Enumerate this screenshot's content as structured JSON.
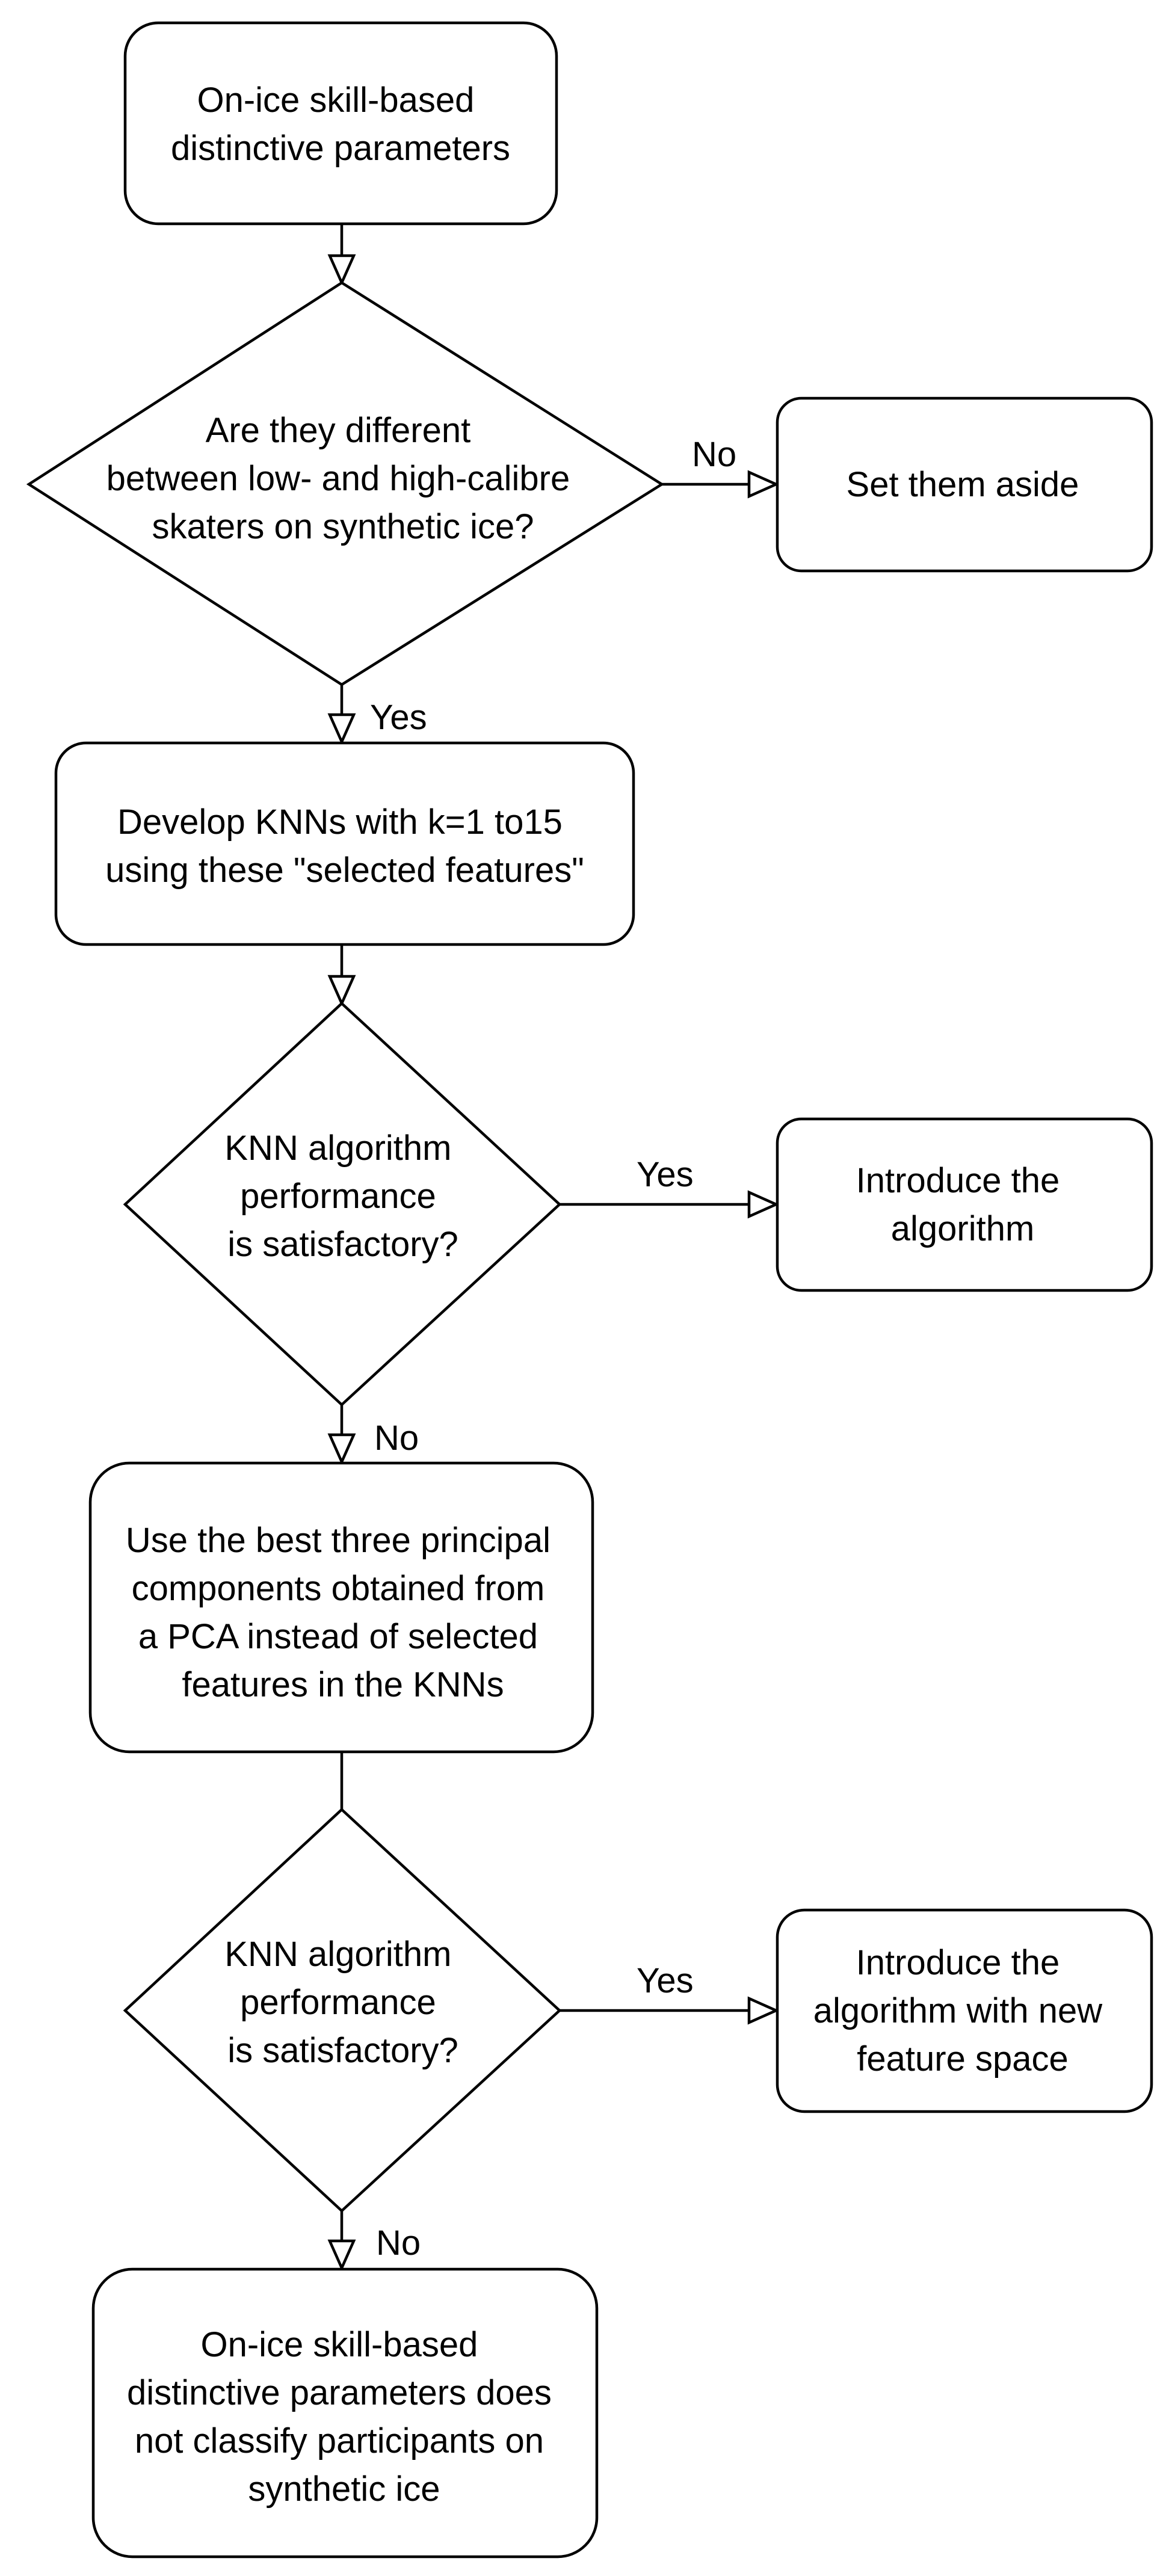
{
  "nodes": {
    "start": {
      "lines": [
        "On-ice skill-based",
        "distinctive parameters"
      ]
    },
    "decision_different": {
      "lines": [
        "Are they different",
        "between low- and high-calibre",
        "skaters on synthetic ice?"
      ]
    },
    "set_aside": {
      "lines": [
        "Set them aside"
      ]
    },
    "develop_knn": {
      "lines": [
        "Develop KNNs with k=1 to15",
        "using these \"selected features\""
      ]
    },
    "decision_knn_1": {
      "lines": [
        "KNN algorithm",
        "performance",
        "is satisfactory?"
      ]
    },
    "introduce_algorithm": {
      "lines": [
        "Introduce the",
        "algorithm"
      ]
    },
    "use_pca": {
      "lines": [
        "Use the best three principal",
        "components obtained from",
        "a PCA instead of selected",
        "features in the KNNs"
      ]
    },
    "decision_knn_2": {
      "lines": [
        "KNN algorithm",
        "performance",
        "is satisfactory?"
      ]
    },
    "introduce_new_space": {
      "lines": [
        "Introduce the",
        "algorithm with new",
        "feature space"
      ]
    },
    "end": {
      "lines": [
        "On-ice skill-based",
        "distinctive parameters does",
        "not classify participants on",
        "synthetic ice"
      ]
    }
  },
  "edge_labels": {
    "different_no": "No",
    "different_yes": "Yes",
    "knn1_yes": "Yes",
    "knn1_no": "No",
    "knn2_yes": "Yes",
    "knn2_no": "No"
  }
}
